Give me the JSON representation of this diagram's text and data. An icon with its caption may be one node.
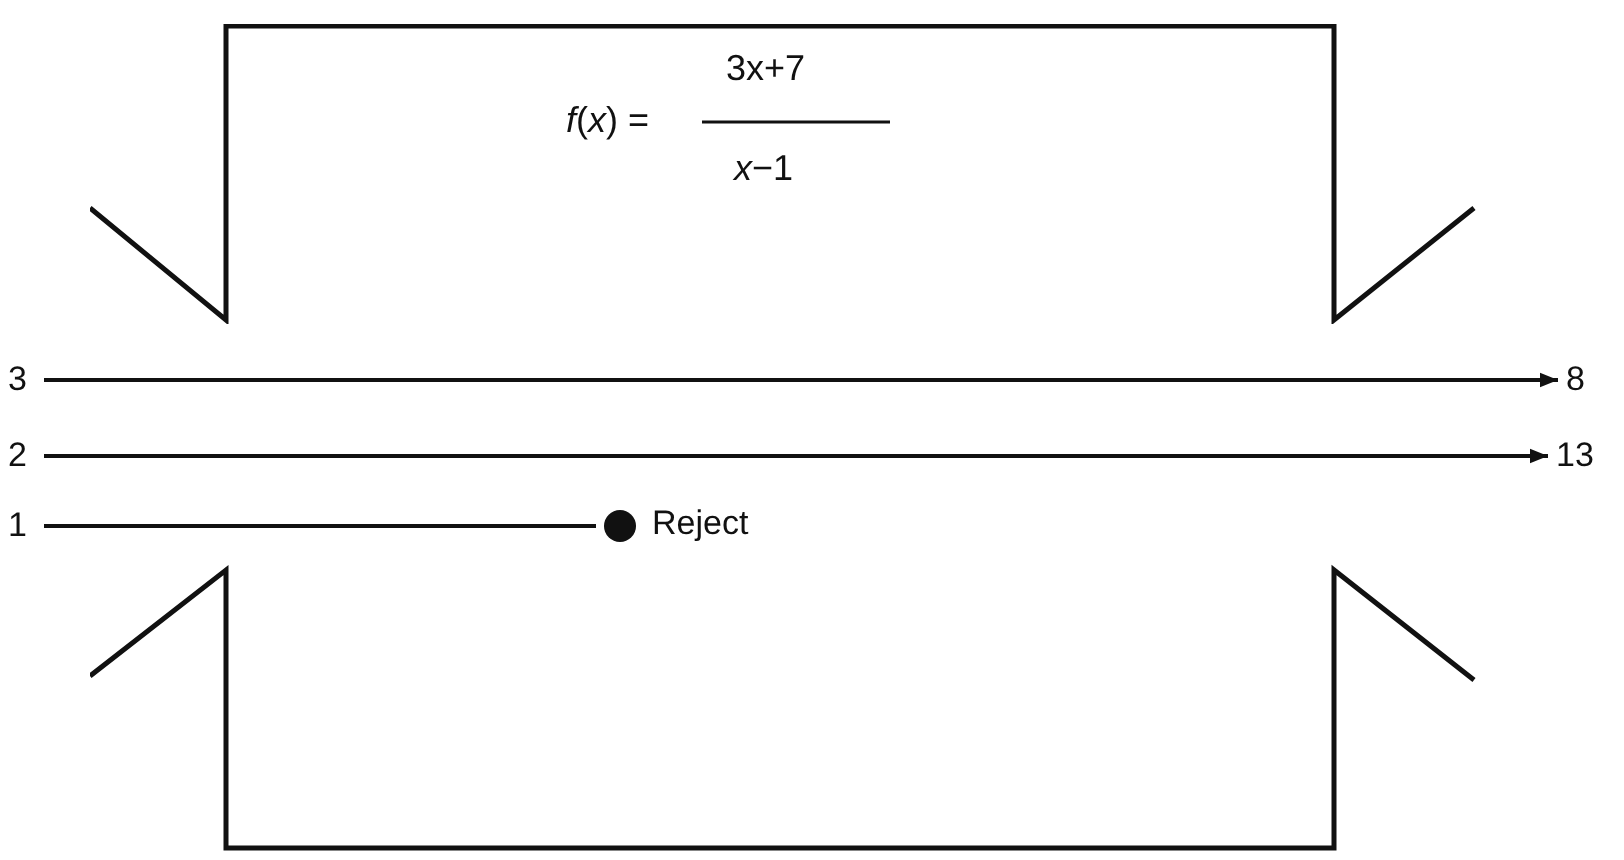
{
  "diagram": {
    "nodes": [
      {
        "text": [
          "*f*(*x*) =",
          "3x+7",
          "*x*−1"
        ]
      },
      {
        "text": [
          "3"
        ]
      },
      {
        "text": [
          "2"
        ]
      },
      {
        "text": [
          "1"
        ]
      },
      {
        "text": [
          "8"
        ]
      },
      {
        "text": [
          "13"
        ]
      },
      {
        "text": [],
        "shape": "circle",
        "beside": [
          "Reject"
        ]
      }
    ],
    "edges": [
      {
        "from": 1,
        "to": 4,
        "arrow": "to"
      },
      {
        "from": 2,
        "to": 5,
        "arrow": "to"
      },
      {
        "from": 3,
        "to": 6,
        "arrow": "none"
      }
    ]
  }
}
